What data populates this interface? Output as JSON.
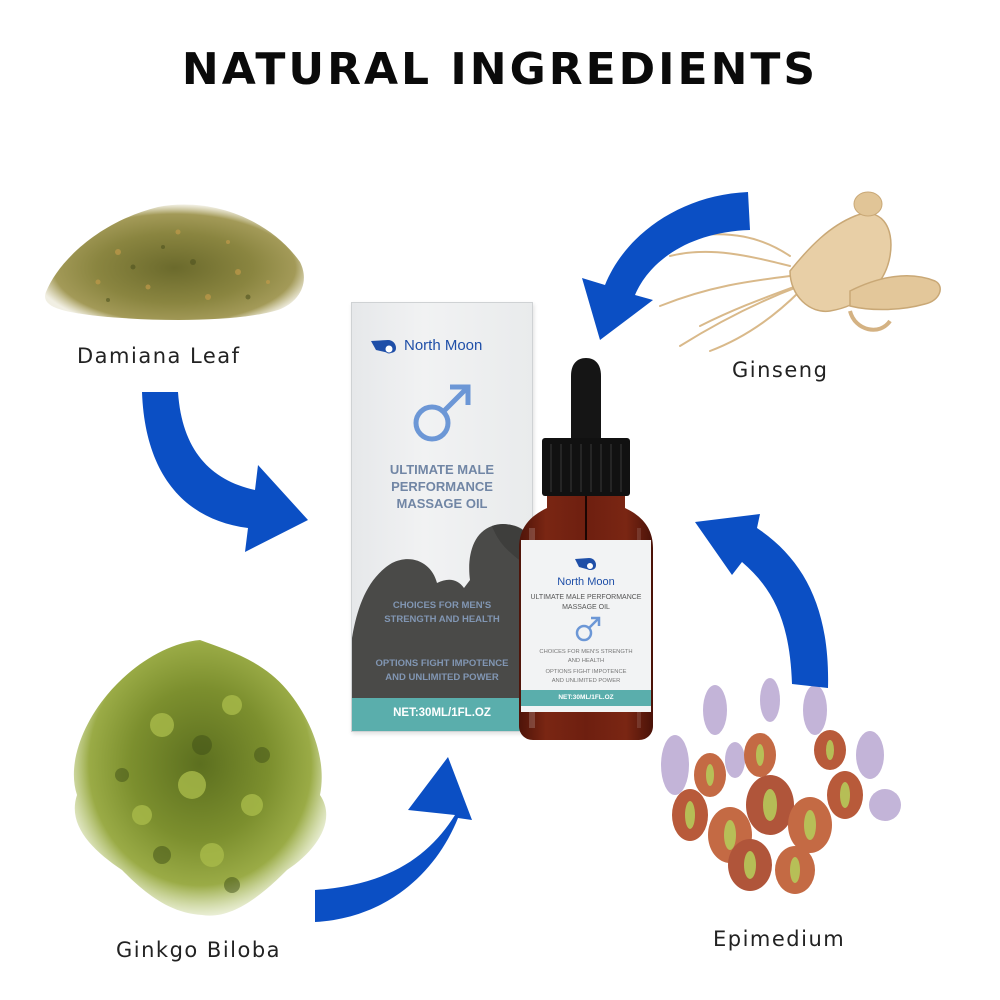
{
  "title": "NATURAL INGREDIENTS",
  "ingredients": [
    {
      "name": "Damiana Leaf",
      "position": "top-left"
    },
    {
      "name": "Ginseng",
      "position": "top-right"
    },
    {
      "name": "Ginkgo Biloba",
      "position": "bottom-left"
    },
    {
      "name": "Epimedium",
      "position": "bottom-right"
    }
  ],
  "product": {
    "box": {
      "brand": "North Moon",
      "title_lines": [
        "ULTIMATE MALE",
        "PERFORMANCE",
        "MASSAGE OIL"
      ],
      "tagline1": [
        "CHOICES FOR MEN'S",
        "STRENGTH AND HEALTH"
      ],
      "tagline2": [
        "OPTIONS FIGHT IMPOTENCE",
        "AND UNLIMITED POWER"
      ],
      "net": "NET:30ML/1FL.OZ"
    },
    "bottle": {
      "brand": "North Moon",
      "title_lines": [
        "ULTIMATE MALE PERFORMANCE",
        "MASSAGE OIL"
      ],
      "tagline1": [
        "CHOICES FOR MEN'S STRENGTH",
        "AND HEALTH"
      ],
      "tagline2": [
        "OPTIONS FIGHT IMPOTENCE",
        "AND UNLIMITED POWER"
      ],
      "net": "NET:30ML/1FL.OZ"
    }
  },
  "colors": {
    "arrow": "#0b4fc4",
    "teal_band": "#5aaeac",
    "brand_blue": "#1f4fa8",
    "male_symbol": "#6c97d6",
    "bottle_amber": "#6e1f10"
  },
  "icons": [
    "arrow-icon",
    "male-symbol-icon",
    "cannon-logo-icon"
  ]
}
